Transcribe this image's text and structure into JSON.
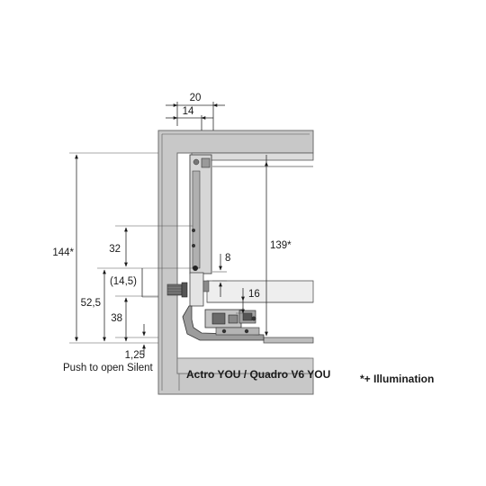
{
  "dimensions": {
    "top_width": "20",
    "top_inner": "14",
    "total_height": "144*",
    "inner_height": "139*",
    "height_32": "32",
    "height_14_5": "(14,5)",
    "height_52_5": "52,5",
    "height_38": "38",
    "height_8": "8",
    "height_16": "16",
    "height_1_25": "1,25"
  },
  "labels": {
    "push_to_open": "Push to open Silent",
    "product": "Actro YOU / Quadro V6 YOU",
    "illumination": "*+ Illumination"
  },
  "colors": {
    "cabinet_fill": "#c8c8c8",
    "cabinet_stroke": "#6e6e6e",
    "drawer_fill": "#d6d6d6",
    "mechanism_dark": "#555555",
    "text": "#1a1a1a"
  }
}
